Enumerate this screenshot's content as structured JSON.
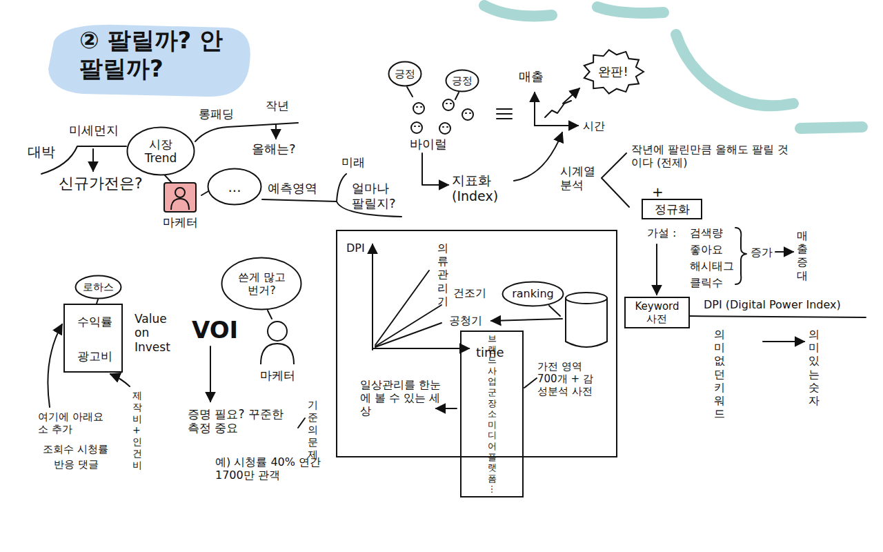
{
  "diagram": {
    "title": "② 팔릴까? 안팔릴까?",
    "nodes": [
      {
        "text": [
          "시장 Trend"
        ]
      },
      {
        "text": [
          "마케터"
        ]
      },
      {
        "text": [
          "..."
        ]
      },
      {
        "text": [
          "긍정"
        ]
      },
      {
        "text": [
          "긍정"
        ]
      },
      {
        "text": [
          "완판!"
        ]
      },
      {
        "text": [
          "정규화"
        ]
      },
      {
        "text": [
          "Keyword 사전"
        ]
      },
      {
        "text": [
          "DPI",
          "의류 관리기",
          "건조기",
          "공청기",
          "time",
          "가전 영역 700개 + 감성분석 사전",
          "일상관리를 한눈에 볼 수 있는 세상"
        ]
      },
      {
        "text": [
          "ranking"
        ],
        "in": 8
      },
      {
        "text": [
          "브랜드 사업군 장소 미디어플랫폼 ⋮"
        ],
        "in": 8
      },
      {
        "text": [
          "로하스"
        ]
      },
      {
        "text": [
          "수익률",
          "광고비"
        ]
      },
      {
        "text": [
          "쓴게 많고 번거?"
        ]
      },
      {
        "text": [
          "마케터"
        ]
      }
    ],
    "labels": [
      "대박",
      "미세먼지",
      "신규가전은?",
      "롱패딩",
      "작년",
      "올해는?",
      "예측영역",
      "미래",
      "얼마나 팔릴지?",
      "바이럴",
      "매출",
      "시간",
      "지표화 (Index)",
      "시계열 분석",
      "작년에 팔린만큼 올해도 팔릴 것이다 (전제)",
      "+",
      "가설 :",
      "검색량",
      "좋아요",
      "해시태그",
      "클릭수",
      "증가",
      "매출 증대",
      "DPI (Digital Power Index)",
      "의미없던 키워드",
      "의미있는 숫자",
      "Value on Invest",
      "VOI",
      "제작비 + 인건비",
      "여기에 아래요소 추가",
      "조회수 시청률",
      "반응 댓글",
      "증명 필요? 꾸준한 측정 중요",
      "기준의 문제",
      "예) 시청률 40% 연간 1700만 관객"
    ]
  }
}
